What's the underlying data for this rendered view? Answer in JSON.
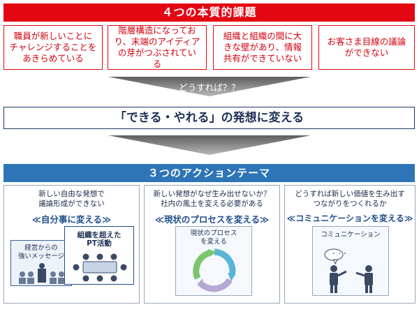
{
  "header": {
    "title": "４つの本質的課題"
  },
  "issues": [
    {
      "text": "職員が新しいことに\nチャレンジすることを\nあきらめている"
    },
    {
      "text": "階層構造になってお\nり、末端のアイディア\nの芽がつぶされてい\nる"
    },
    {
      "text": "組織と組織の間に大\nきな壁があり、情報\n共有ができていない"
    },
    {
      "text": "お客さま目線の議論\nができない"
    }
  ],
  "arrow_question": "どうすれば？？",
  "goal": "「できる・やれる」の発想に変える",
  "actions_header": {
    "title": "３つのアクションテーマ"
  },
  "panels": [
    {
      "subtitle": "新しい自由な発想で\n議論形成ができない",
      "heading": "≪自分事に変える≫",
      "card_a": "組織を超えた\nPT活動",
      "card_b": "経営からの\n強いメッセージ"
    },
    {
      "subtitle": "新しい発想がなぜ生み出せないか？\n社内の風土を変える必要がある",
      "heading": "≪現状のプロセスを変える≫",
      "card": "現状のプロセス\nを変える"
    },
    {
      "subtitle": "どうすれば新しい価値を生み出す\nつながりをつくれるか",
      "heading": "≪コミュニケーションを変える≫",
      "card": "コミュニケーション",
      "bubble": "・・・"
    }
  ],
  "colors": {
    "red": "#e30613",
    "navy": "#1f3864",
    "blue": "#2d75b6",
    "arrow_gray": "#8c8c8c"
  }
}
